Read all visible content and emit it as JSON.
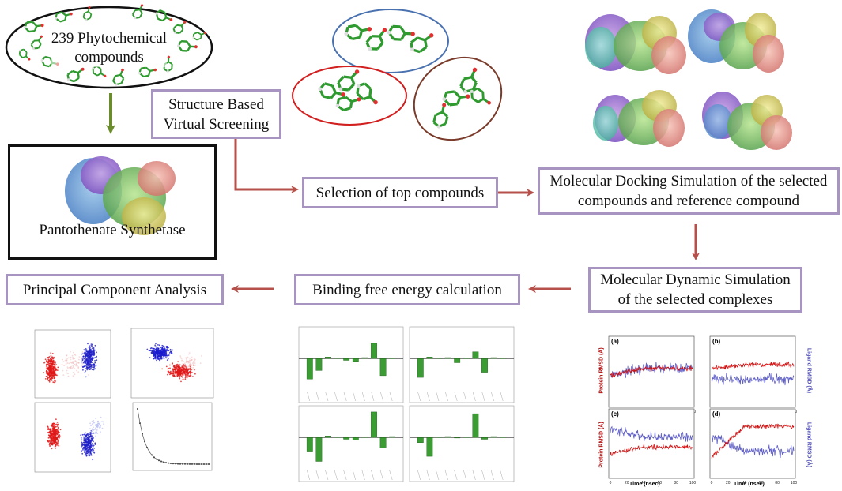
{
  "compounds_label": "239 Phytochemical\ncompounds",
  "steps": {
    "screening": "Structure Based\nVirtual Screening",
    "selection": "Selection of top compounds",
    "docking": "Molecular Docking Simulation of the selected\ncompounds and reference compound",
    "target": "Pantothenate Synthetase",
    "md": "Molecular Dynamic Simulation\nof the selected complexes",
    "bfe": "Binding free energy calculation",
    "pca": "Principal Component Analysis"
  },
  "colors": {
    "box_border": "#a894c0",
    "arrow_red": "#b5504a",
    "arrow_green": "#6a8c2a",
    "ellipse_blue": "#4a72b0",
    "ellipse_red": "#d21f1f",
    "ellipse_brown": "#7a3b2a",
    "protein_line": "#d01010",
    "ligand_line": "#6060c8",
    "bar_green": "#3a9c32"
  },
  "md_panels": {
    "labels": [
      "(a)",
      "(b)",
      "(c)",
      "(d)"
    ],
    "ylabel_left": "Protein RMSD (Å)",
    "ylabel_right": "Ligand RMSD (Å)",
    "xlabel": "Time (nsec)",
    "xticks": [
      "0",
      "20",
      "40",
      "60",
      "80",
      "100"
    ]
  },
  "icons": [
    "ligand-molecule-icon",
    "protein-surface-icon",
    "arrow-icon"
  ]
}
